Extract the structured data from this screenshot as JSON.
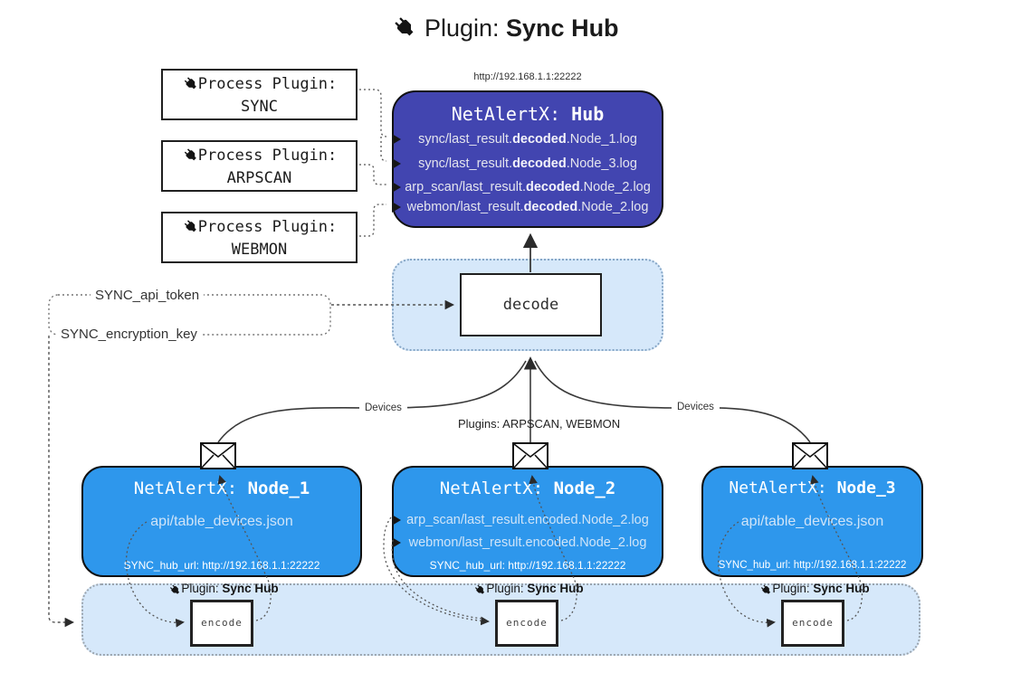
{
  "title": {
    "prefix": "Plugin:",
    "name": "Sync Hub"
  },
  "hub": {
    "url": "http://192.168.1.1:22222",
    "name_prefix": "NetAlertX:",
    "name": "Hub",
    "files": [
      {
        "pre": "sync/last_result.",
        "bold": "decoded",
        "post": ".Node_1.log"
      },
      {
        "pre": "sync/last_result.",
        "bold": "decoded",
        "post": ".Node_3.log"
      },
      {
        "pre": "arp_scan/last_result.",
        "bold": "decoded",
        "post": ".Node_2.log"
      },
      {
        "pre": "webmon/last_result.",
        "bold": "decoded",
        "post": ".Node_2.log"
      }
    ]
  },
  "process_plugins": [
    {
      "label": "Process Plugin:",
      "name": "SYNC"
    },
    {
      "label": "Process Plugin:",
      "name": "ARPSCAN"
    },
    {
      "label": "Process Plugin:",
      "name": "WEBMON"
    }
  ],
  "decode": {
    "label": "decode"
  },
  "config": {
    "api_token": "SYNC_api_token",
    "encryption_key": "SYNC_encryption_key"
  },
  "edge_labels": {
    "devices_left": "Devices",
    "plugins_center": "Plugins: ARPSCAN, WEBMON",
    "devices_right": "Devices"
  },
  "nodes": [
    {
      "name_prefix": "NetAlertX:",
      "name": "Node_1",
      "files": [
        "api/table_devices.json"
      ],
      "hub_url": "SYNC_hub_url: http://192.168.1.1:22222"
    },
    {
      "name_prefix": "NetAlertX:",
      "name": "Node_2",
      "files": [
        "arp_scan/last_result.encoded.Node_2.log",
        "webmon/last_result.encoded.Node_2.log"
      ],
      "hub_url": "SYNC_hub_url: http://192.168.1.1:22222"
    },
    {
      "name_prefix": "NetAlertX:",
      "name": "Node_3",
      "files": [
        "api/table_devices.json"
      ],
      "hub_url": "SYNC_hub_url: http://192.168.1.1:22222"
    }
  ],
  "encoders": [
    {
      "plugin_prefix": "Plugin:",
      "plugin_name": "Sync Hub",
      "label": "encode"
    },
    {
      "plugin_prefix": "Plugin:",
      "plugin_name": "Sync Hub",
      "label": "encode"
    },
    {
      "plugin_prefix": "Plugin:",
      "plugin_name": "Sync Hub",
      "label": "encode"
    }
  ],
  "colors": {
    "hub_bg": "#4245b0",
    "node_bg": "#2e97ec",
    "panel_bg": "#d6e8fa",
    "line": "#3a3a3a"
  }
}
